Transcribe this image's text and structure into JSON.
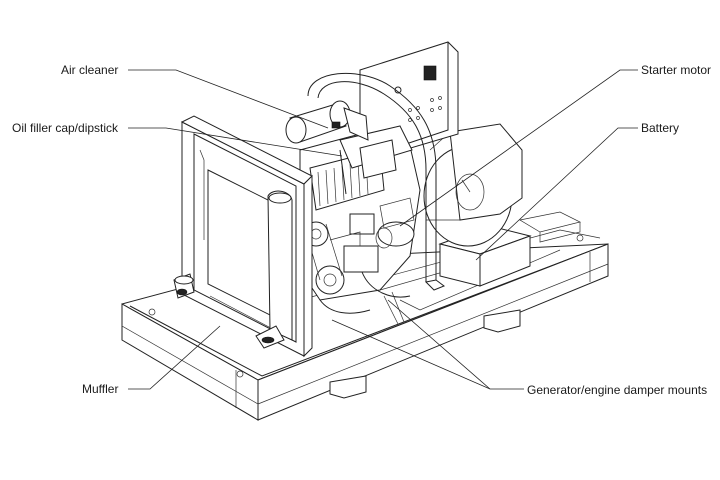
{
  "figure": {
    "callouts": {
      "air_cleaner": "Air cleaner",
      "oil_filler": "Oil filler cap/dipstick",
      "muffler": "Muffler",
      "starter_motor": "Starter motor",
      "battery": "Battery",
      "damper_mounts": "Generator/engine damper mounts"
    }
  }
}
